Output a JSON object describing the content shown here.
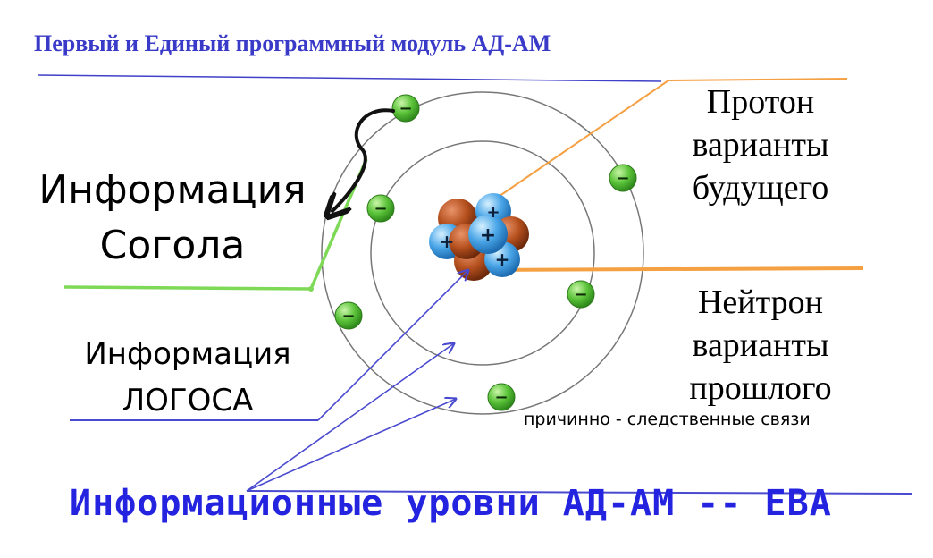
{
  "title": "Первый и Единый программный модуль АД-АМ",
  "labels": {
    "info_sogola": [
      "Информация",
      "Согола"
    ],
    "info_logosa": [
      "Информация",
      "ЛОГОСА"
    ],
    "proton": [
      "Протон",
      "варианты",
      "будущего"
    ],
    "neutron": [
      "Нейтрон",
      "варианты",
      "прошлого"
    ],
    "causal_links": "причинно - следственные связи",
    "bottom_title": "Информационные уровни АД-АМ -- ЕВА"
  },
  "particles": {
    "electron_sign": "−",
    "proton_sign": "+"
  },
  "colors": {
    "title": "#3a3ac8",
    "bottom_title": "#2323e0",
    "green_line": "#7ed957",
    "orange_line": "#f5a042",
    "blue_line": "#4a4ad0",
    "electron": "#5cc43a",
    "proton": "#4aa6e8",
    "neutron": "#b5501e",
    "orbit": "#777777"
  }
}
